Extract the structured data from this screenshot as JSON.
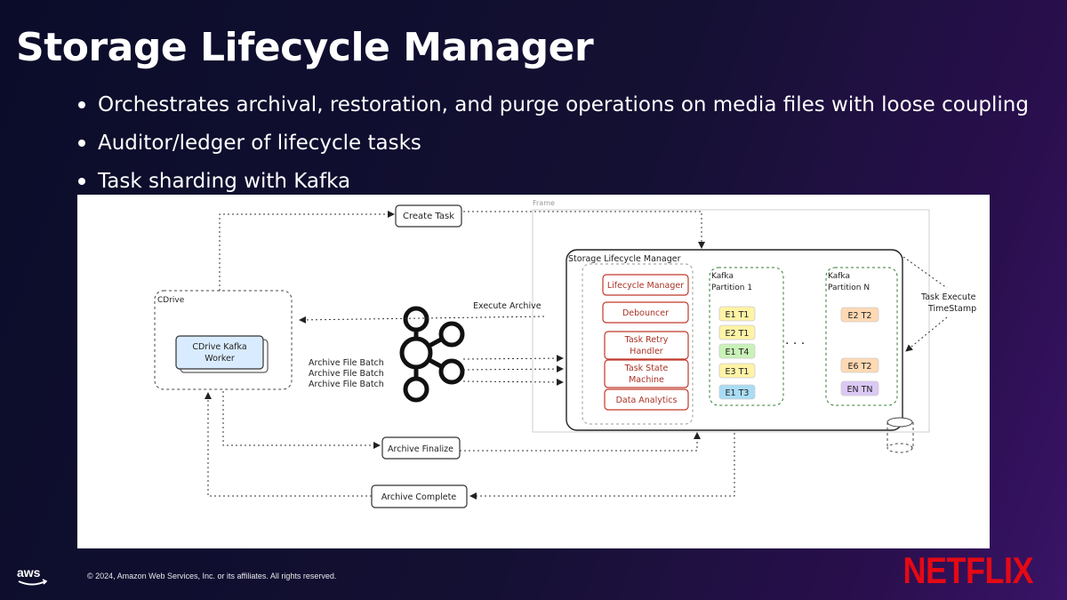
{
  "slide": {
    "title": "Storage Lifecycle Manager",
    "bullets": [
      "Orchestrates archival, restoration, and purge operations on media files with loose coupling",
      "Auditor/ledger of lifecycle tasks",
      "Task sharding with Kafka"
    ]
  },
  "diagram": {
    "frame_label": "Frame",
    "create_task": "Create Task",
    "cdrive_label": "CDrive",
    "cdrive_worker_line1": "CDrive Kafka",
    "cdrive_worker_line2": "Worker",
    "execute_archive": "Execute Archive",
    "archive_file_batch": [
      "Archive File Batch",
      "Archive File Batch",
      "Archive File Batch"
    ],
    "slm_label": "Storage Lifecycle Manager",
    "components": [
      {
        "line1": "Lifecycle Manager",
        "line2": ""
      },
      {
        "line1": "Debouncer",
        "line2": ""
      },
      {
        "line1": "Task Retry",
        "line2": "Handler"
      },
      {
        "line1": "Task State",
        "line2": "Machine"
      },
      {
        "line1": "Data Analytics",
        "line2": ""
      }
    ],
    "partition1_label": [
      "Kafka",
      "Partition 1"
    ],
    "partitionN_label": [
      "Kafka",
      "Partition N"
    ],
    "ellipsis": ". . .",
    "partition1_tasks": [
      {
        "label": "E1 T1",
        "color": "#fff3a6"
      },
      {
        "label": "E2 T1",
        "color": "#fff3a6"
      },
      {
        "label": "E1 T4",
        "color": "#c9f2b8"
      },
      {
        "label": "E3 T1",
        "color": "#fff3a6"
      },
      {
        "label": "E1 T3",
        "color": "#a9dcf5"
      }
    ],
    "partitionN_tasks": [
      {
        "label": "E2 T2",
        "color": "#ffd9b3"
      },
      {
        "label": "E6 T2",
        "color": "#ffd9b3"
      },
      {
        "label": "EN TN",
        "color": "#dcc8f5"
      }
    ],
    "task_execute_line1": "Task Execute",
    "task_execute_line2": "TimeStamp",
    "archive_finalize": "Archive Finalize",
    "archive_complete": "Archive Complete",
    "component_border_color": "#c0392b",
    "partition_border_color": "#2e7d32"
  },
  "footer": {
    "aws_logo": "aws",
    "copyright": "© 2024, Amazon Web Services, Inc. or its affiliates. All rights reserved.",
    "netflix_logo": "NETFLIX"
  }
}
